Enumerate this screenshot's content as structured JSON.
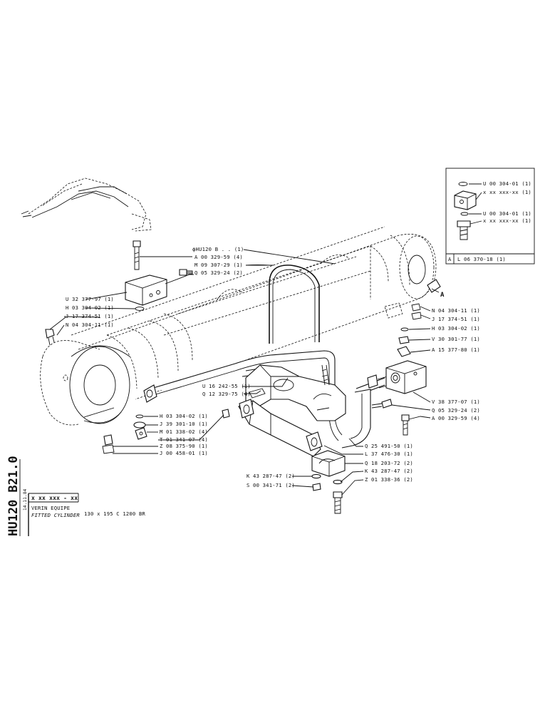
{
  "side_code": "HU120 B21.0",
  "title_block": {
    "ref": "x xx xxx - xx",
    "date": "14.11.84",
    "title_fr": "VERIN EQUIPE",
    "title_en": "FITTED CYLINDER",
    "spec": "130 x 195  C 1200  BR"
  },
  "inset": {
    "box_letter": "A",
    "box_ref": "L  06 370-18 (1)",
    "labels": [
      "U 00 304-01 (1)",
      "x xx xxx-xx (1)",
      "U 00 304-01 (1)",
      "x xx xxx-xx (1)"
    ]
  },
  "callout_letter": "A",
  "labels_top_center": [
    "ϕHU120 B . . (1)",
    "A 00 329-59 (4)",
    "M 09 307-29 (1)",
    "Q 05 329-24 (2)"
  ],
  "labels_left_block": [
    "U 32 377-97 (1)",
    "H 03 304-02 (1)",
    "J 17 374-51 (1)",
    "N 04 304-11 (1)"
  ],
  "labels_right_upper": [
    "N 04 304-11 (1)",
    "J 17 374-51 (1)",
    "H 03 304-02 (1)",
    "V 30 301-77 (1)",
    "A 15 377-80 (1)"
  ],
  "labels_center": [
    "U 16 242-55 (1)",
    "Q 12 329-75 (4)"
  ],
  "labels_left_lower": [
    "H 03 304-02 (1)",
    "J 39 301-10 (1)",
    "M 01 338-02 (4)",
    "T 01 341-07 (4)",
    "Z 08 375-90 (1)",
    "J 00 458-01 (1)"
  ],
  "labels_right_lower": [
    "V 38 377-07 (1)",
    "Q 05 329-24 (2)",
    "A 00 329-59 (4)"
  ],
  "labels_bottom_right": [
    "Q 25 491-50 (1)",
    "L 37 476-30 (1)",
    "Q 18 203-72 (2)",
    "K 43 287-47 (2)",
    "Z 01 338-36 (2)"
  ],
  "labels_bottom_left": [
    "K 43 287-47 (2)",
    "S 00 341-71 (2)"
  ]
}
